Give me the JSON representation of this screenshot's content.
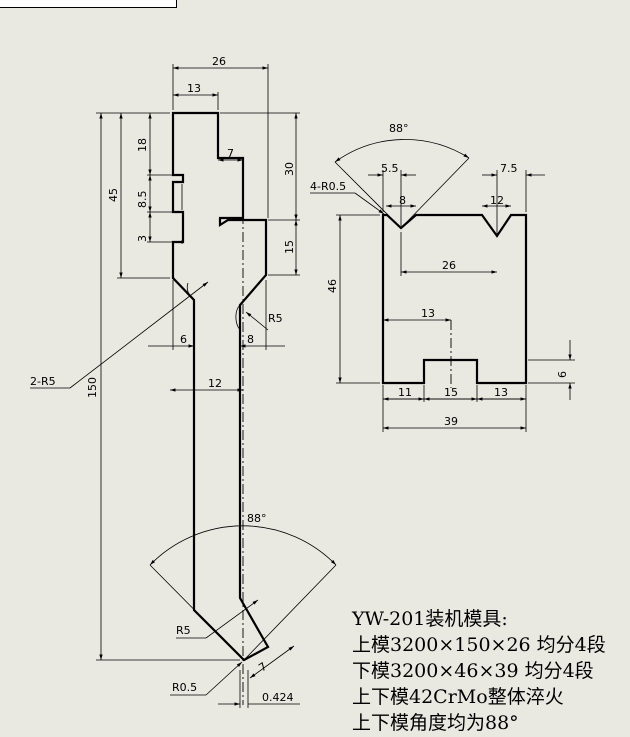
{
  "upper_die": {
    "dims": {
      "overall_height": "150",
      "top_width": "26",
      "half_width": "13",
      "d18": "18",
      "d8_5": "8.5",
      "d3": "3",
      "d45": "45",
      "d7": "7",
      "d30": "30",
      "d15": "15",
      "d6": "6",
      "d8": "8",
      "d12": "12",
      "r5_body": "R5",
      "r5_group": "2-R5",
      "tip_angle": "88°",
      "tip_r5": "R5",
      "tip_r05": "R0.5",
      "tip_7": "7",
      "tip_offset": "0.424"
    }
  },
  "lower_die": {
    "dims": {
      "angle": "88°",
      "d5_5": "5.5",
      "d7_5": "7.5",
      "d8": "8",
      "d12": "12",
      "corner_r": "4-R0.5",
      "height": "46",
      "d26": "26",
      "d13": "13",
      "d6": "6",
      "b11": "11",
      "b15": "15",
      "b13": "13",
      "width": "39"
    }
  },
  "notes": [
    "YW-201装机模具:",
    "上模3200×150×26  均分4段",
    "下模3200×46×39   均分4段",
    "上下模42CrMo整体淬火",
    "上下模角度均为88°"
  ]
}
